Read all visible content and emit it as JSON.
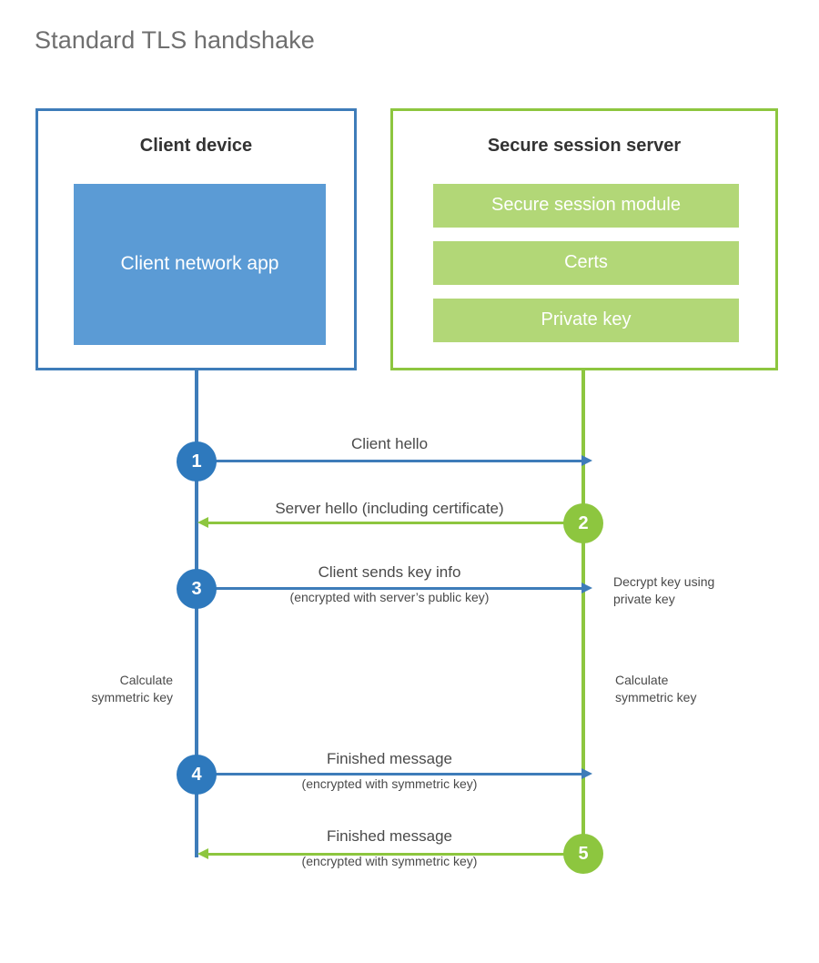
{
  "title": "Standard TLS handshake",
  "colors": {
    "client_border": "#3E7CB9",
    "client_fill": "#5B9BD5",
    "client_circle": "#2E79BD",
    "server_border": "#8DC63F",
    "server_fill": "#B2D777",
    "server_circle": "#8DC63F",
    "text": "#4a4a4a",
    "title_text": "#6f6f6f"
  },
  "client": {
    "title": "Client device",
    "app_label": "Client network app"
  },
  "server": {
    "title": "Secure session server",
    "blocks": [
      {
        "label": "Secure session module"
      },
      {
        "label": "Certs"
      },
      {
        "label": "Private key"
      }
    ]
  },
  "steps": [
    {
      "number": "1",
      "side": "client",
      "direction": "right",
      "label": "Client hello",
      "sublabel": ""
    },
    {
      "number": "2",
      "side": "server",
      "direction": "left",
      "label": "Server hello (including certificate)",
      "sublabel": ""
    },
    {
      "number": "3",
      "side": "client",
      "direction": "right",
      "label": "Client sends key info",
      "sublabel": "(encrypted with server’s public key)"
    },
    {
      "number": "4",
      "side": "client",
      "direction": "right",
      "label": "Finished message",
      "sublabel": "(encrypted with symmetric key)"
    },
    {
      "number": "5",
      "side": "server",
      "direction": "left",
      "label": "Finished message",
      "sublabel": "(encrypted with symmetric key)"
    }
  ],
  "notes": {
    "decrypt_key": "Decrypt key using\nprivate key",
    "calculate_symmetric_key_client": "Calculate\nsymmetric key",
    "calculate_symmetric_key_server": "Calculate\nsymmetric key"
  }
}
